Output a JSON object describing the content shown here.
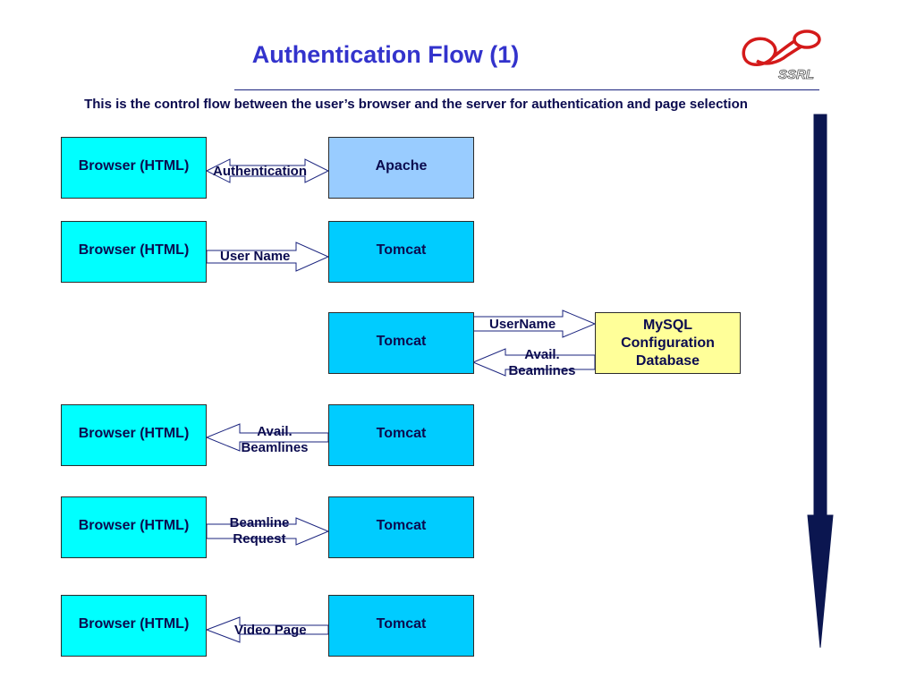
{
  "header": {
    "title": "Authentication Flow (1)",
    "subtitle": "This is the control flow between the user’s browser and the server for authentication and page selection",
    "logo_text": "SSRL",
    "logo_icon": "ssrl-swirl-logo"
  },
  "diagram": {
    "rows": [
      {
        "left": "Browser (HTML)",
        "right": "Apache",
        "arrow": "Authentication"
      },
      {
        "left": "Browser (HTML)",
        "right": "Tomcat",
        "arrow": "User Name"
      },
      {
        "left": "Tomcat",
        "right": [
          "MySQL",
          "Configuration",
          "Database"
        ],
        "arrow_forward": "UserName",
        "arrow_back": [
          "Avail.",
          "Beamlines"
        ]
      },
      {
        "left": "Browser (HTML)",
        "right": "Tomcat",
        "arrow": [
          "Avail.",
          "Beamlines"
        ]
      },
      {
        "left": "Browser (HTML)",
        "right": "Tomcat",
        "arrow": [
          "Beamline",
          "Request"
        ]
      },
      {
        "left": "Browser (HTML)",
        "right": "Tomcat",
        "arrow": "Video Page"
      }
    ]
  },
  "colors": {
    "title": "#3333cc",
    "browser": "#00ffff",
    "tomcat": "#00ccff",
    "apache": "#99ccff",
    "mysql": "#ffff99",
    "timeline_arrow": "#0b1650"
  }
}
